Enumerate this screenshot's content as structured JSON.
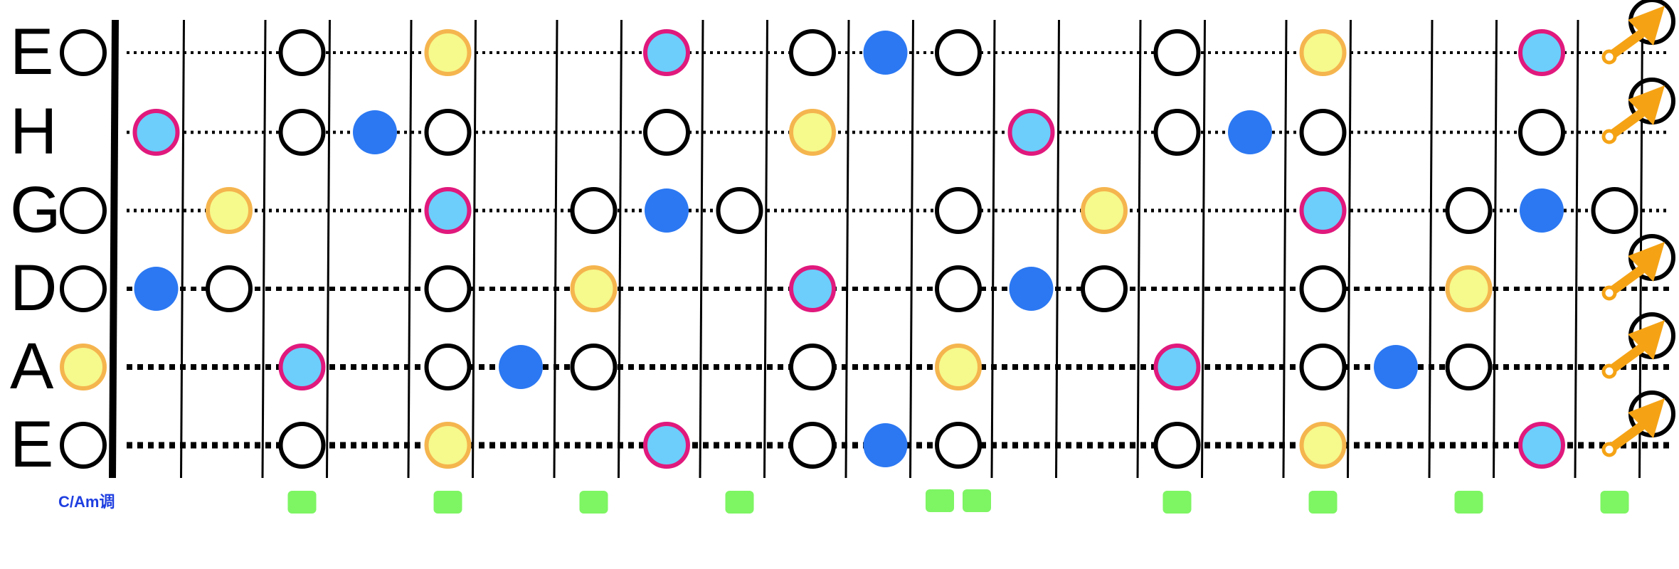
{
  "title": "",
  "key_label": "C/Am调",
  "colors": {
    "background": "#ffffff",
    "line": "#000000",
    "open_circle_fill": "#ffffff",
    "root_fill": "#6dcdfb",
    "root_ring": "#e0197d",
    "accent_fill": "#f6f98c",
    "accent_ring": "#f5b54e",
    "solid_blue": "#2c78f2",
    "fret_marker": "#7ef563",
    "bend_arrow": "#f5a315"
  },
  "strings": [
    {
      "label": "E"
    },
    {
      "label": "H"
    },
    {
      "label": "G"
    },
    {
      "label": "D"
    },
    {
      "label": "A"
    },
    {
      "label": "E"
    }
  ],
  "fret_count": 22,
  "legend": {
    "open_circle": "open-note-icon",
    "root": "root-note-icon",
    "accent": "accent-note-icon",
    "solid": "blue-note-icon",
    "arrow": "bend-arrow-icon"
  },
  "notes": [
    {
      "string": 0,
      "fret": 0,
      "kind": "open"
    },
    {
      "string": 0,
      "fret": 3,
      "kind": "open"
    },
    {
      "string": 0,
      "fret": 5,
      "kind": "accent"
    },
    {
      "string": 0,
      "fret": 8,
      "kind": "root"
    },
    {
      "string": 0,
      "fret": 10,
      "kind": "open"
    },
    {
      "string": 0,
      "fret": 11,
      "kind": "solid"
    },
    {
      "string": 0,
      "fret": 12,
      "kind": "open"
    },
    {
      "string": 0,
      "fret": 15,
      "kind": "open"
    },
    {
      "string": 0,
      "fret": 17,
      "kind": "accent"
    },
    {
      "string": 0,
      "fret": 20,
      "kind": "root"
    },
    {
      "string": 1,
      "fret": 1,
      "kind": "root"
    },
    {
      "string": 1,
      "fret": 3,
      "kind": "open"
    },
    {
      "string": 1,
      "fret": 4,
      "kind": "solid"
    },
    {
      "string": 1,
      "fret": 5,
      "kind": "open"
    },
    {
      "string": 1,
      "fret": 8,
      "kind": "open"
    },
    {
      "string": 1,
      "fret": 10,
      "kind": "accent"
    },
    {
      "string": 1,
      "fret": 13,
      "kind": "root"
    },
    {
      "string": 1,
      "fret": 15,
      "kind": "open"
    },
    {
      "string": 1,
      "fret": 16,
      "kind": "solid"
    },
    {
      "string": 1,
      "fret": 17,
      "kind": "open"
    },
    {
      "string": 1,
      "fret": 20,
      "kind": "open"
    },
    {
      "string": 2,
      "fret": 0,
      "kind": "open"
    },
    {
      "string": 2,
      "fret": 2,
      "kind": "accent"
    },
    {
      "string": 2,
      "fret": 5,
      "kind": "root"
    },
    {
      "string": 2,
      "fret": 7,
      "kind": "open"
    },
    {
      "string": 2,
      "fret": 8,
      "kind": "solid"
    },
    {
      "string": 2,
      "fret": 9,
      "kind": "open"
    },
    {
      "string": 2,
      "fret": 12,
      "kind": "open"
    },
    {
      "string": 2,
      "fret": 14,
      "kind": "accent"
    },
    {
      "string": 2,
      "fret": 17,
      "kind": "root"
    },
    {
      "string": 2,
      "fret": 19,
      "kind": "open"
    },
    {
      "string": 2,
      "fret": 20,
      "kind": "solid"
    },
    {
      "string": 2,
      "fret": 21,
      "kind": "open"
    },
    {
      "string": 3,
      "fret": 0,
      "kind": "open"
    },
    {
      "string": 3,
      "fret": 1,
      "kind": "solid"
    },
    {
      "string": 3,
      "fret": 2,
      "kind": "open"
    },
    {
      "string": 3,
      "fret": 5,
      "kind": "open"
    },
    {
      "string": 3,
      "fret": 7,
      "kind": "accent"
    },
    {
      "string": 3,
      "fret": 10,
      "kind": "root"
    },
    {
      "string": 3,
      "fret": 12,
      "kind": "open"
    },
    {
      "string": 3,
      "fret": 13,
      "kind": "solid"
    },
    {
      "string": 3,
      "fret": 14,
      "kind": "open"
    },
    {
      "string": 3,
      "fret": 17,
      "kind": "open"
    },
    {
      "string": 3,
      "fret": 19,
      "kind": "accent"
    },
    {
      "string": 4,
      "fret": 0,
      "kind": "accent"
    },
    {
      "string": 4,
      "fret": 3,
      "kind": "root"
    },
    {
      "string": 4,
      "fret": 5,
      "kind": "open"
    },
    {
      "string": 4,
      "fret": 6,
      "kind": "solid"
    },
    {
      "string": 4,
      "fret": 7,
      "kind": "open"
    },
    {
      "string": 4,
      "fret": 10,
      "kind": "open"
    },
    {
      "string": 4,
      "fret": 12,
      "kind": "accent"
    },
    {
      "string": 4,
      "fret": 15,
      "kind": "root"
    },
    {
      "string": 4,
      "fret": 17,
      "kind": "open"
    },
    {
      "string": 4,
      "fret": 18,
      "kind": "solid"
    },
    {
      "string": 4,
      "fret": 19,
      "kind": "open"
    },
    {
      "string": 5,
      "fret": 0,
      "kind": "open"
    },
    {
      "string": 5,
      "fret": 3,
      "kind": "open"
    },
    {
      "string": 5,
      "fret": 5,
      "kind": "accent"
    },
    {
      "string": 5,
      "fret": 8,
      "kind": "root"
    },
    {
      "string": 5,
      "fret": 10,
      "kind": "open"
    },
    {
      "string": 5,
      "fret": 11,
      "kind": "solid"
    },
    {
      "string": 5,
      "fret": 12,
      "kind": "open"
    },
    {
      "string": 5,
      "fret": 15,
      "kind": "open"
    },
    {
      "string": 5,
      "fret": 17,
      "kind": "accent"
    },
    {
      "string": 5,
      "fret": 20,
      "kind": "root"
    }
  ],
  "bend_strings": [
    0,
    1,
    3,
    4,
    5
  ],
  "fret_markers": [
    {
      "fret": 3,
      "count": 1
    },
    {
      "fret": 5,
      "count": 1
    },
    {
      "fret": 7,
      "count": 1
    },
    {
      "fret": 9,
      "count": 1
    },
    {
      "fret": 12,
      "count": 2
    },
    {
      "fret": 15,
      "count": 1
    },
    {
      "fret": 17,
      "count": 1
    },
    {
      "fret": 19,
      "count": 1
    },
    {
      "fret": 21,
      "count": 1
    }
  ]
}
